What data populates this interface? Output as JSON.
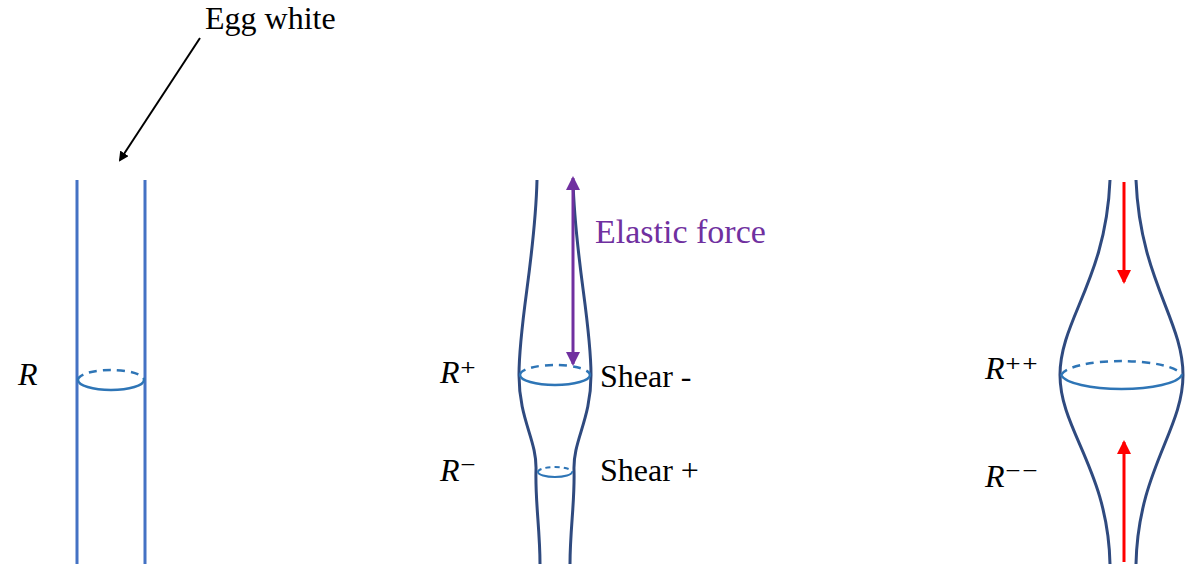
{
  "diagram": {
    "labels": [
      "Egg white",
      "R",
      "Elastic force",
      "R⁺",
      "Shear -",
      "R⁻",
      "Shear +",
      "R⁺⁺",
      "R⁻⁻"
    ]
  }
}
